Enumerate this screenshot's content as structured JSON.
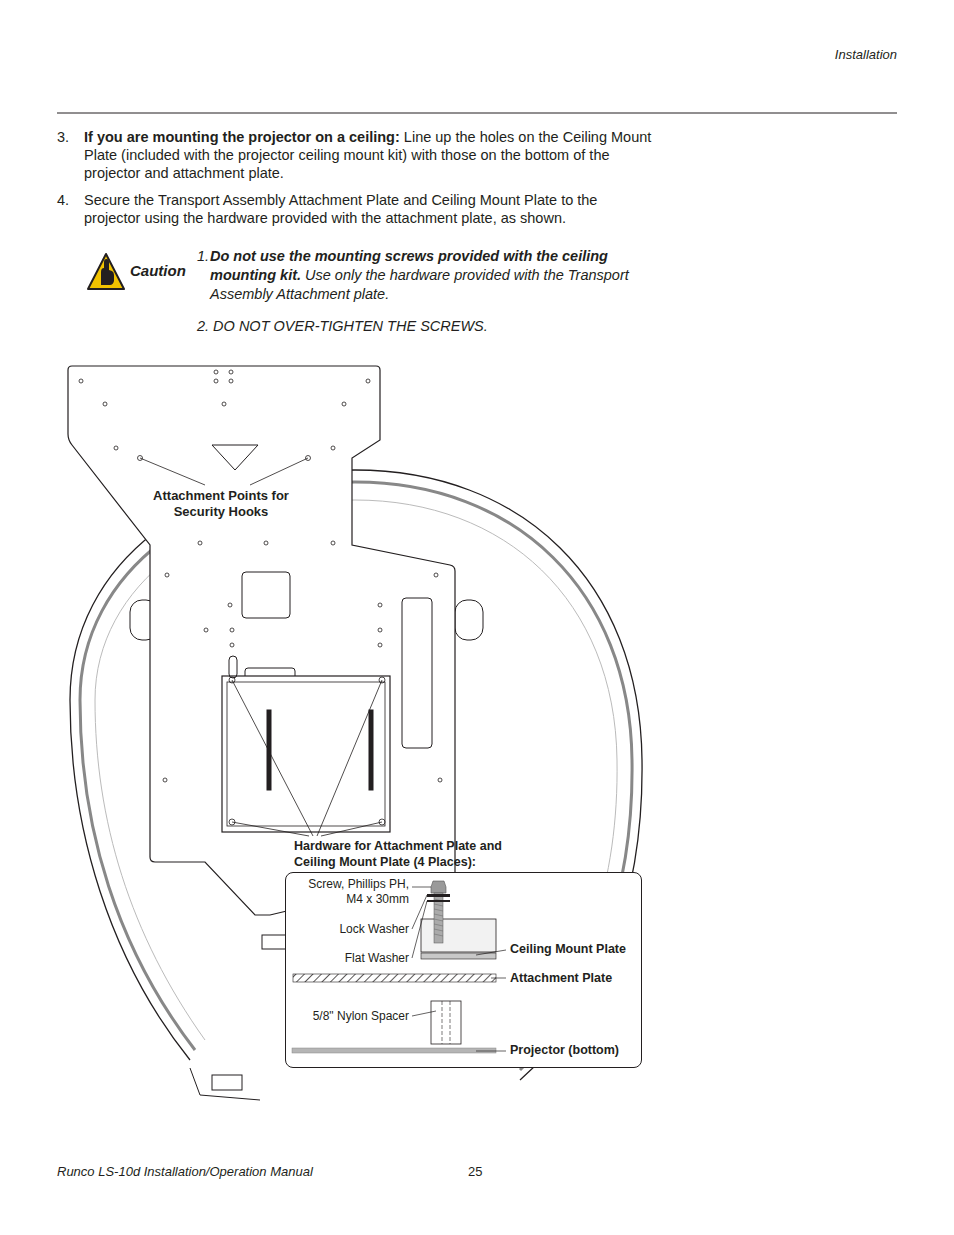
{
  "diagram": {
    "nodes": [
      {
        "text": [
          "Hardware for Attachment Plate and Ceiling Mount Plate (4 Places):",
          "Screw, Phillips PH, M4 x 30mm",
          "Lock Washer",
          "Flat Washer",
          "Ceiling Mount Plate",
          "Attachment Plate",
          "5/8\" Nylon Spacer",
          "Projector (bottom)"
        ]
      }
    ],
    "edges": [],
    "labels": [
      "Installation",
      "3.",
      "If you are mounting the projector on a ceiling:",
      "Line up the holes on the Ceiling Mount Plate (included with the projector ceiling mount kit) with those on the bottom of the projector and attachment plate.",
      "4.",
      "Secure the Transport Assembly Attachment Plate and Ceiling Mount Plate to the projector using the hardware provided with the attachment plate, as shown.",
      "Caution",
      "1.",
      "Do not use the mounting screws provided with the ceiling mounting kit.",
      "Use only the hardware provided with the Transport Assembly Attachment plate.",
      "2. DO NOT OVER-TIGHTEN THE SCREWS.",
      "Attachment Points for Security Hooks",
      "Runco LS-10d Installation/Operation Manual",
      "25"
    ]
  }
}
